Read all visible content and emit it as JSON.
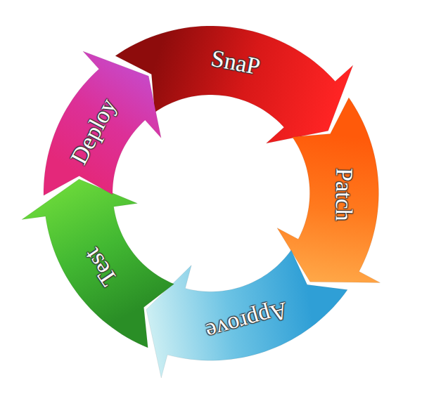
{
  "diagram": {
    "nodes": [
      {
        "text": [
          "SnaP"
        ]
      },
      {
        "text": [
          "Patch"
        ]
      },
      {
        "text": [
          "Approve"
        ]
      },
      {
        "text": [
          "Test"
        ]
      },
      {
        "text": [
          "Deploy"
        ]
      }
    ]
  }
}
